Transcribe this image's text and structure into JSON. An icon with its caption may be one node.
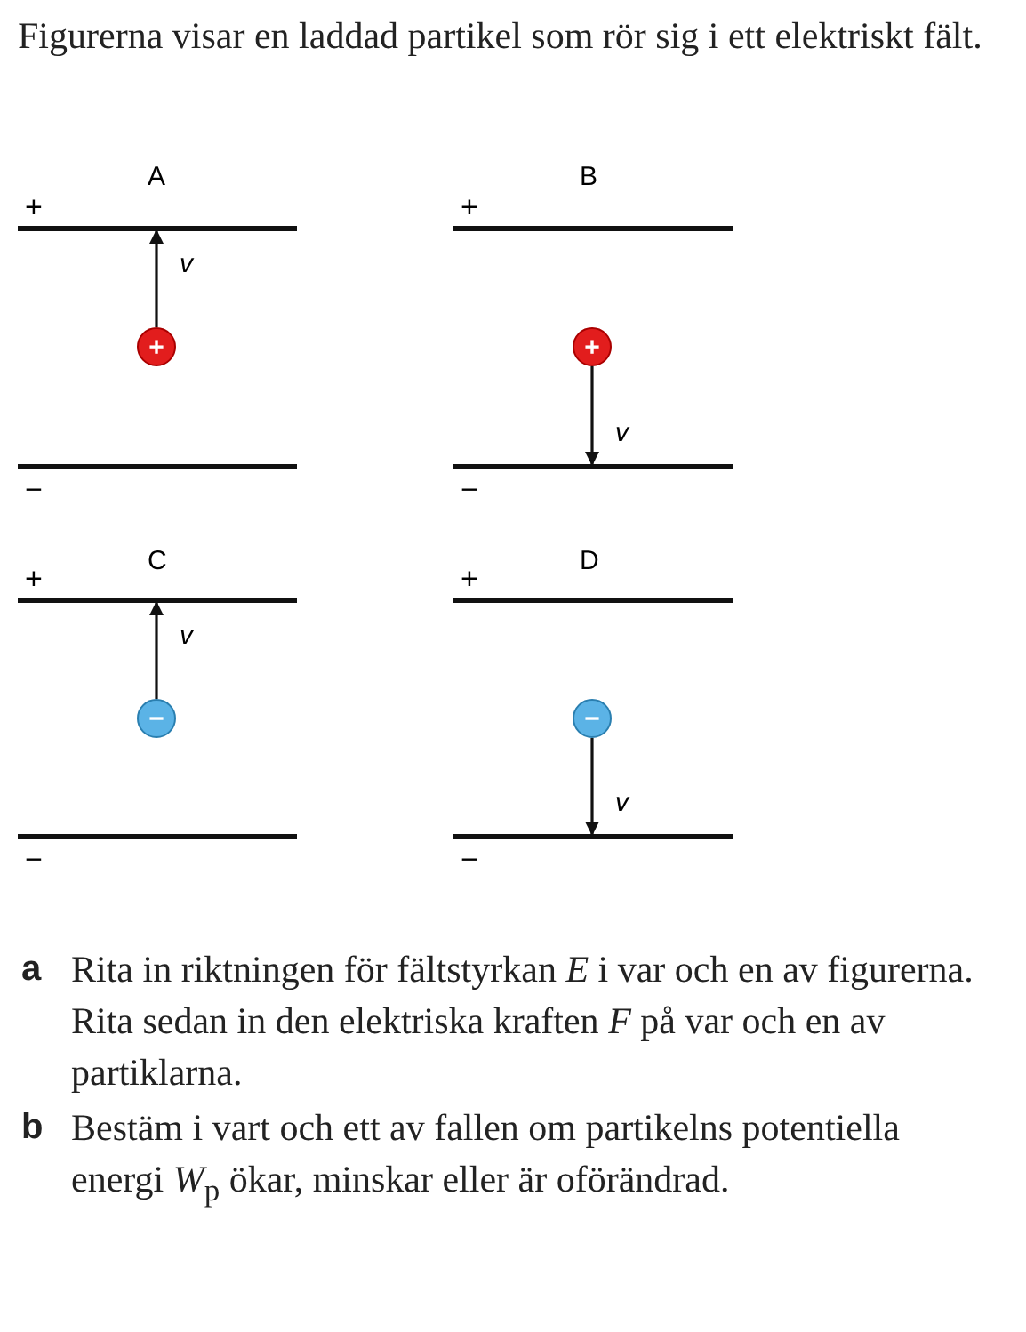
{
  "diagram": {
    "title": "Figurerna visar en laddad partikel som rör sig i ett elektriskt fält.",
    "nodes": [
      {
        "text": [],
        "shape": "bar",
        "beside": [
          "+"
        ]
      },
      {
        "text": [
          "+"
        ]
      },
      {
        "text": [],
        "shape": "bar",
        "beside": [
          "−"
        ]
      },
      {
        "text": [],
        "shape": "bar",
        "beside": [
          "+"
        ]
      },
      {
        "text": [
          "+"
        ]
      },
      {
        "text": [],
        "shape": "bar",
        "beside": [
          "−"
        ]
      },
      {
        "text": [],
        "shape": "bar",
        "beside": [
          "+"
        ]
      },
      {
        "text": [
          "−"
        ]
      },
      {
        "text": [],
        "shape": "bar",
        "beside": [
          "−"
        ]
      },
      {
        "text": [],
        "shape": "bar",
        "beside": [
          "+"
        ]
      },
      {
        "text": [
          "−"
        ]
      },
      {
        "text": [],
        "shape": "bar",
        "beside": [
          "−"
        ]
      }
    ],
    "edges": [
      {
        "from": 1,
        "to": 0,
        "arrow": "to",
        "label": "v"
      },
      {
        "from": 4,
        "to": 5,
        "arrow": "to",
        "label": "v"
      },
      {
        "from": 7,
        "to": 6,
        "arrow": "to",
        "label": "v"
      },
      {
        "from": 10,
        "to": 11,
        "arrow": "to",
        "label": "v"
      }
    ],
    "labels": [
      "A",
      "B",
      "C",
      "D",
      "a",
      "Rita in riktningen för fältstyrkan *E* i var och en av figurerna. Rita sedan in den elektriska kraften *F* på var och en av partiklarna.",
      "b",
      "Bestäm i vart och ett av fallen om partikelns potentiella energi *W*$_{p}$ ökar, minskar eller är oförändrad."
    ]
  }
}
